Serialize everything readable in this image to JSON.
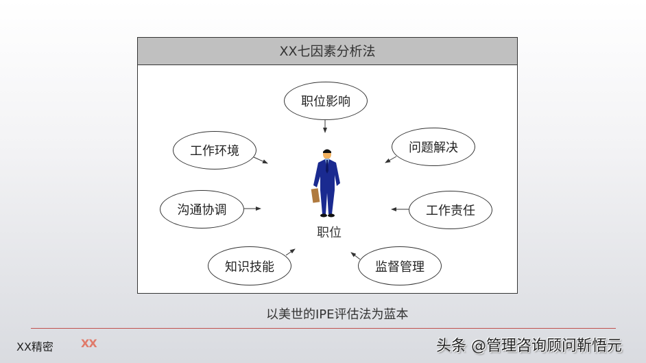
{
  "diagram": {
    "title": "XX七因素分析法",
    "center_label": "职位",
    "center_icon": "businessman-with-briefcase-icon",
    "factors": [
      {
        "label": "职位影响",
        "position": "top"
      },
      {
        "label": "问题解决",
        "position": "upper-right"
      },
      {
        "label": "工作责任",
        "position": "right"
      },
      {
        "label": "监督管理",
        "position": "lower-right"
      },
      {
        "label": "知识技能",
        "position": "lower-left"
      },
      {
        "label": "沟通协调",
        "position": "left"
      },
      {
        "label": "工作环境",
        "position": "upper-left"
      }
    ]
  },
  "subtitle": "以美世的IPE评估法为蓝本",
  "footer": {
    "left_text": "XX精密",
    "logo_text": "XX",
    "watermark": "头条 @管理咨询顾问靳悟元",
    "rule_color": "#c0504d"
  }
}
